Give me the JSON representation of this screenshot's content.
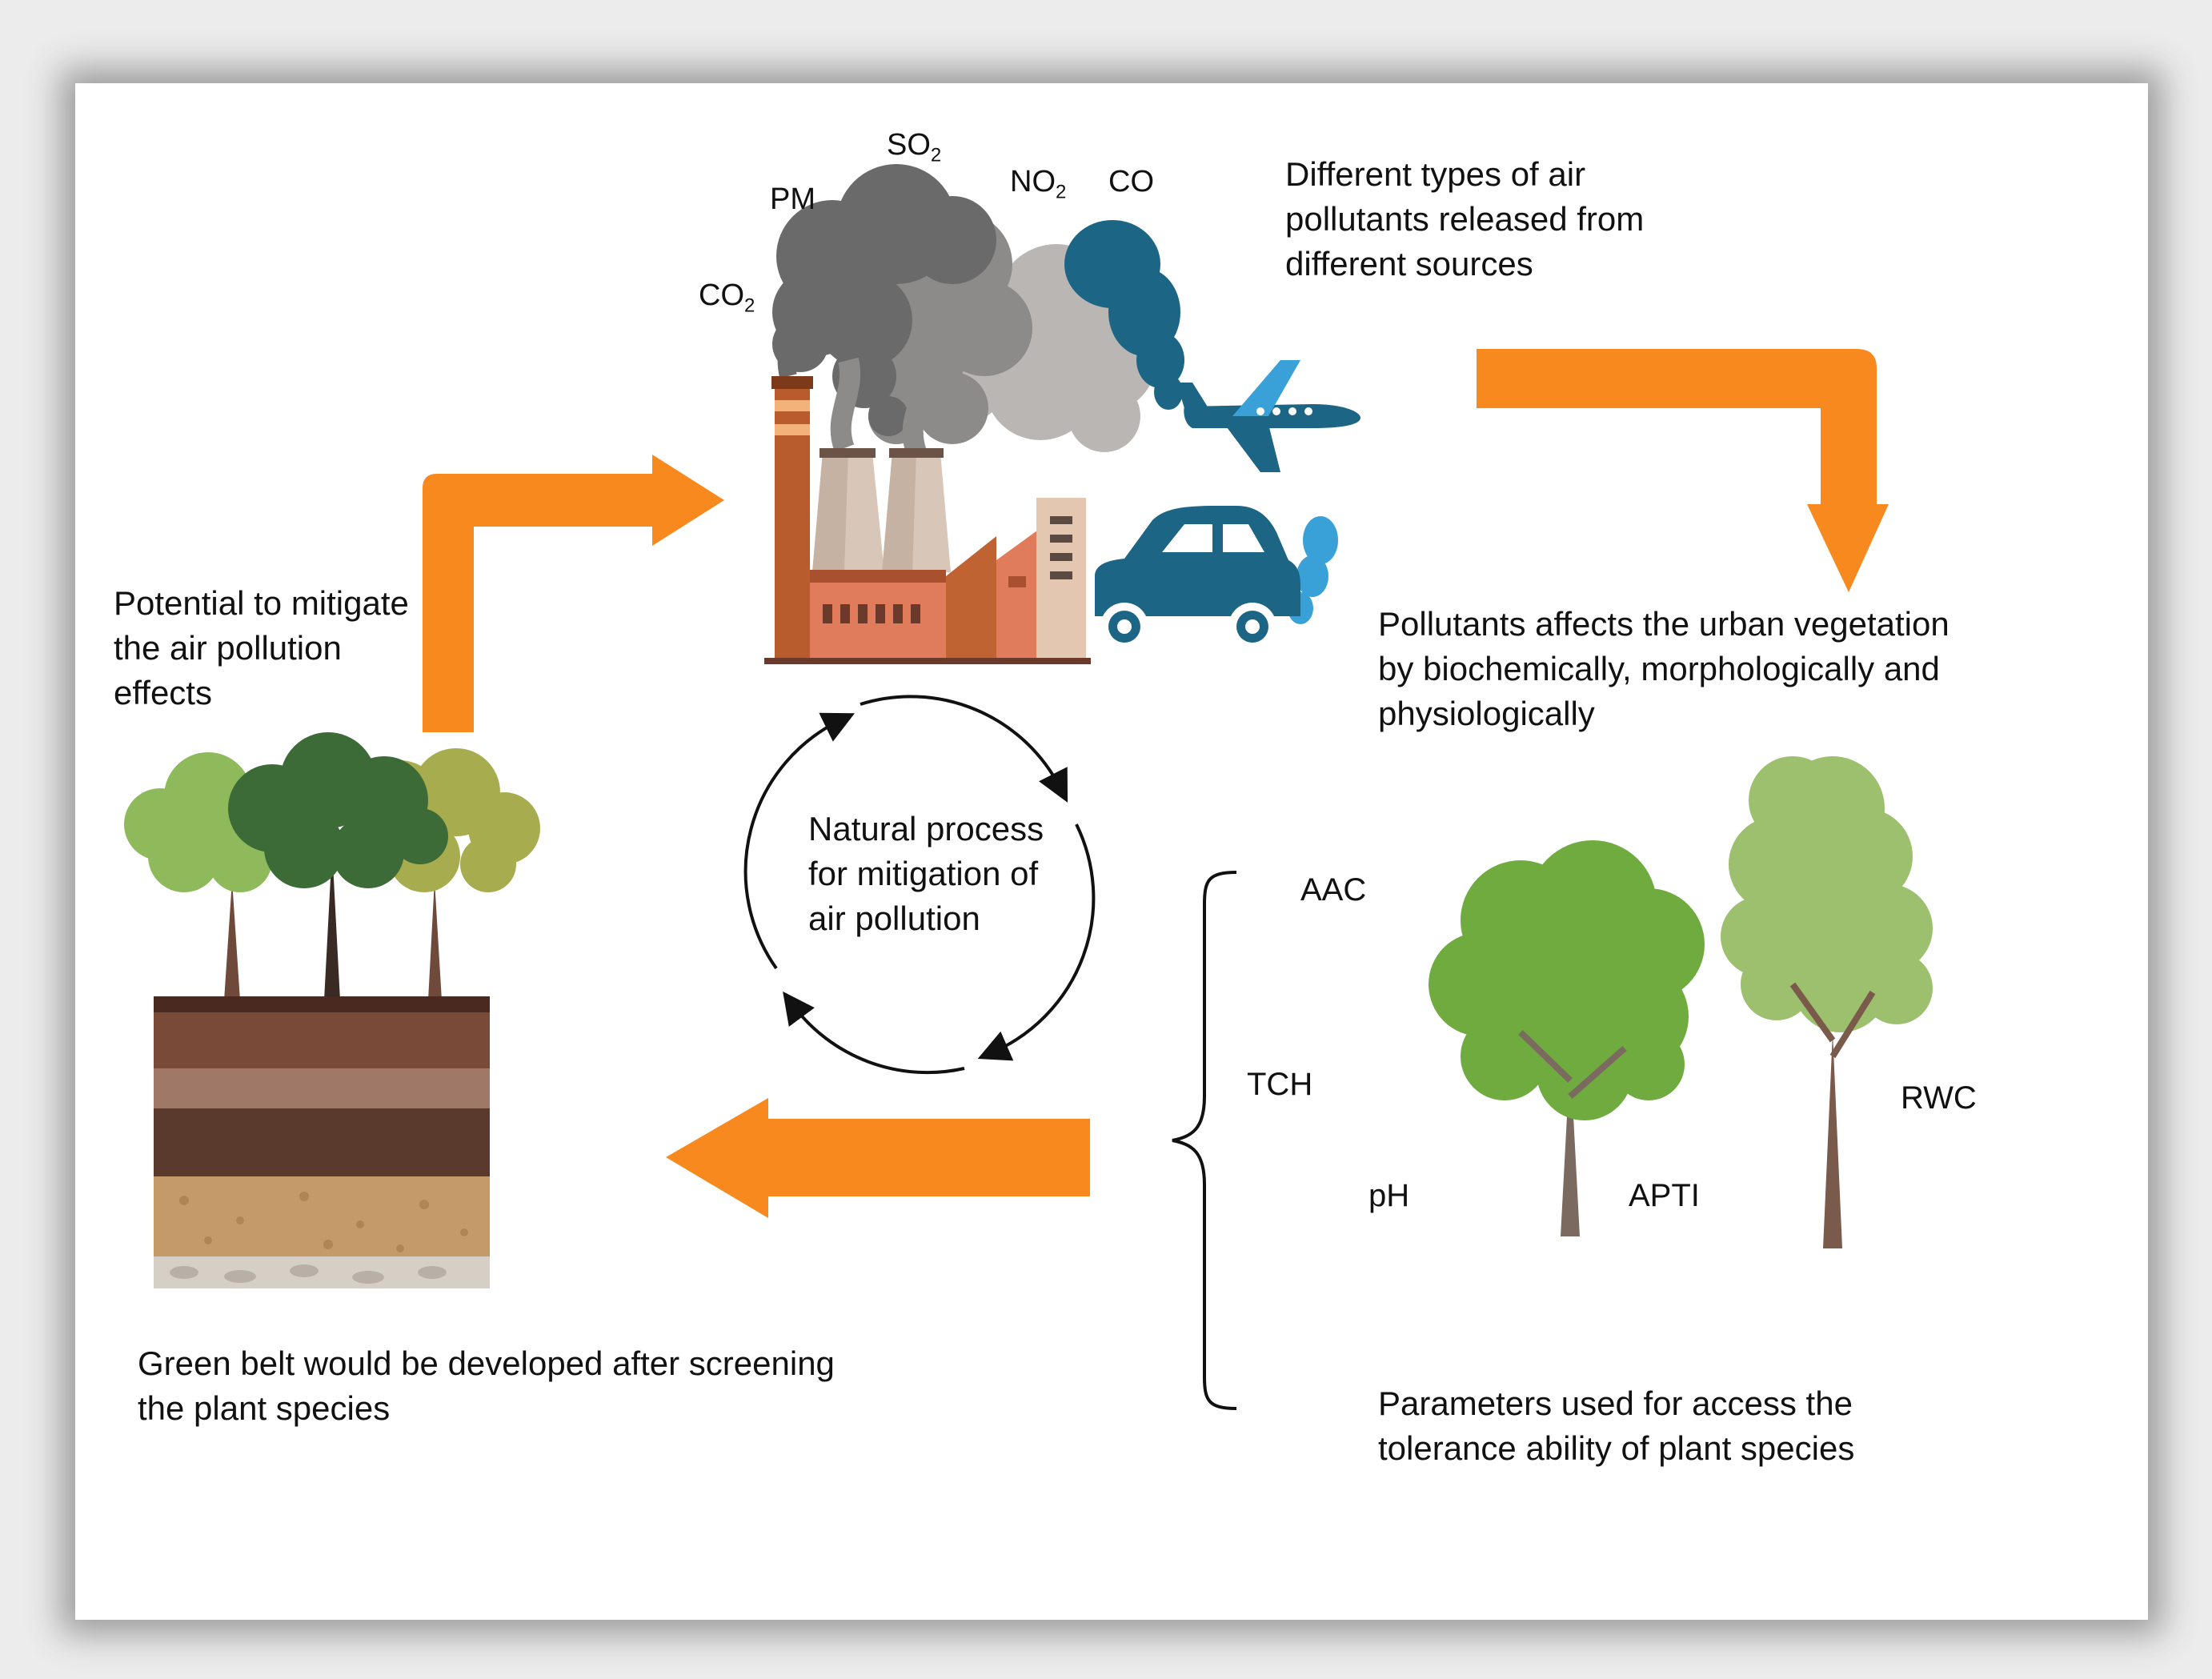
{
  "labels": {
    "sources_line1": "Different types of air",
    "sources_line2": "pollutants released from",
    "sources_line3": "different sources",
    "affects_line1": "Pollutants affects the urban vegetation",
    "affects_line2": "by biochemically, morphologically and",
    "affects_line3": "physiologically",
    "mitigate_line1": "Potential to mitigate",
    "mitigate_line2": "the air pollution",
    "mitigate_line3": "effects",
    "cycle_line1": "Natural process",
    "cycle_line2": "for mitigation of",
    "cycle_line3": "air pollution",
    "greenbelt_line1": "Green belt would be developed after screening",
    "greenbelt_line2": "the plant species",
    "params_line1": "Parameters used for access the",
    "params_line2": "tolerance ability of plant species"
  },
  "pollutants": {
    "pm": "PM",
    "so2": "SO",
    "so2_sub": "2",
    "no2": "NO",
    "no2_sub": "2",
    "co": "CO",
    "co2": "CO",
    "co2_sub": "2"
  },
  "parameters": {
    "aac": "AAC",
    "tch": "TCH",
    "ph": "pH",
    "apti": "APTI",
    "rwc": "RWC"
  },
  "colors": {
    "arrow": "#f7891f",
    "vehicle": "#1d6585",
    "plane_wing": "#3aa1d8",
    "factory_brick": "#e07b5b",
    "chimney": "#b85c2d",
    "smoke_dark": "#6f6f6f",
    "smoke_light": "#b9b6b3"
  },
  "icons": [
    "factory-icon",
    "airplane-icon",
    "car-icon",
    "smoke-cloud-icon",
    "tree-icon",
    "soil-layers-icon",
    "cycle-arrows-icon",
    "brace-icon"
  ]
}
